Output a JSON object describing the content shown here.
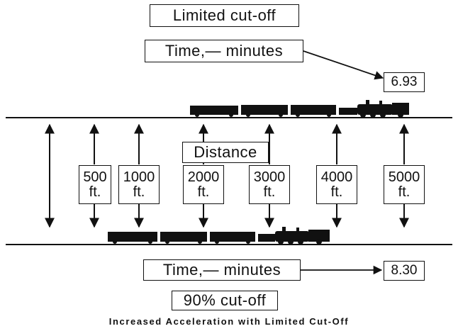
{
  "top": {
    "cutoff_label": "Limited cut-off",
    "time_label": "Time,— minutes",
    "time_value": "6.93"
  },
  "middle": {
    "distance_label": "Distance",
    "distances": [
      {
        "value": "500",
        "unit": "ft."
      },
      {
        "value": "1000",
        "unit": "ft."
      },
      {
        "value": "2000",
        "unit": "ft."
      },
      {
        "value": "3000",
        "unit": "ft."
      },
      {
        "value": "4000",
        "unit": "ft."
      },
      {
        "value": "5000",
        "unit": "ft."
      }
    ]
  },
  "bottom": {
    "time_label": "Time,— minutes",
    "time_value": "8.30",
    "cutoff_label": "90% cut-off"
  },
  "caption": "Increased Acceleration with Limited Cut-Off"
}
